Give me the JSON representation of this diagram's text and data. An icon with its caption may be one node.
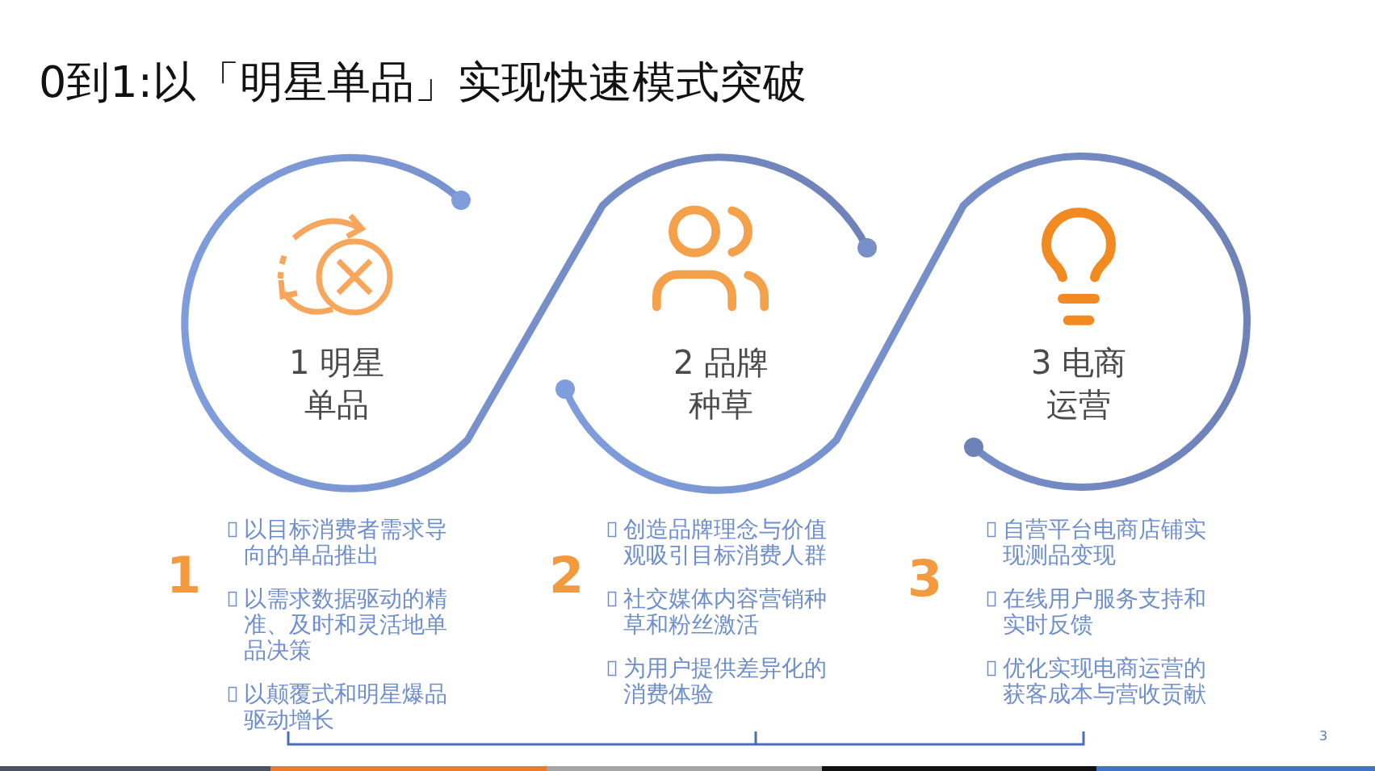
{
  "diagram": {
    "title": "0到1:以「明星单品」实现快速模式突破",
    "nodes": [
      {
        "text": [
          "1 明星单品"
        ]
      },
      {
        "text": [
          "2 品牌种草"
        ]
      },
      {
        "text": [
          "3 电商运营"
        ]
      }
    ],
    "edges": [],
    "labels": [
      "1",
      "以目标消费者需求导向的单品推出",
      "以需求数据驱动的精准、及时和灵活地单品决策",
      "以颠覆式和明星爆品驱动增长",
      "2",
      "创造品牌理念与价值观吸引目标消费人群",
      "社交媒体内容营销种草和粉丝激活",
      "为用户提供差异化的消费体验",
      "3",
      "自营平台电商店铺实现测品变现",
      "在线用户服务支持和实时反馈",
      "优化实现电商运营的获客成本与营收贡献",
      "3"
    ]
  }
}
